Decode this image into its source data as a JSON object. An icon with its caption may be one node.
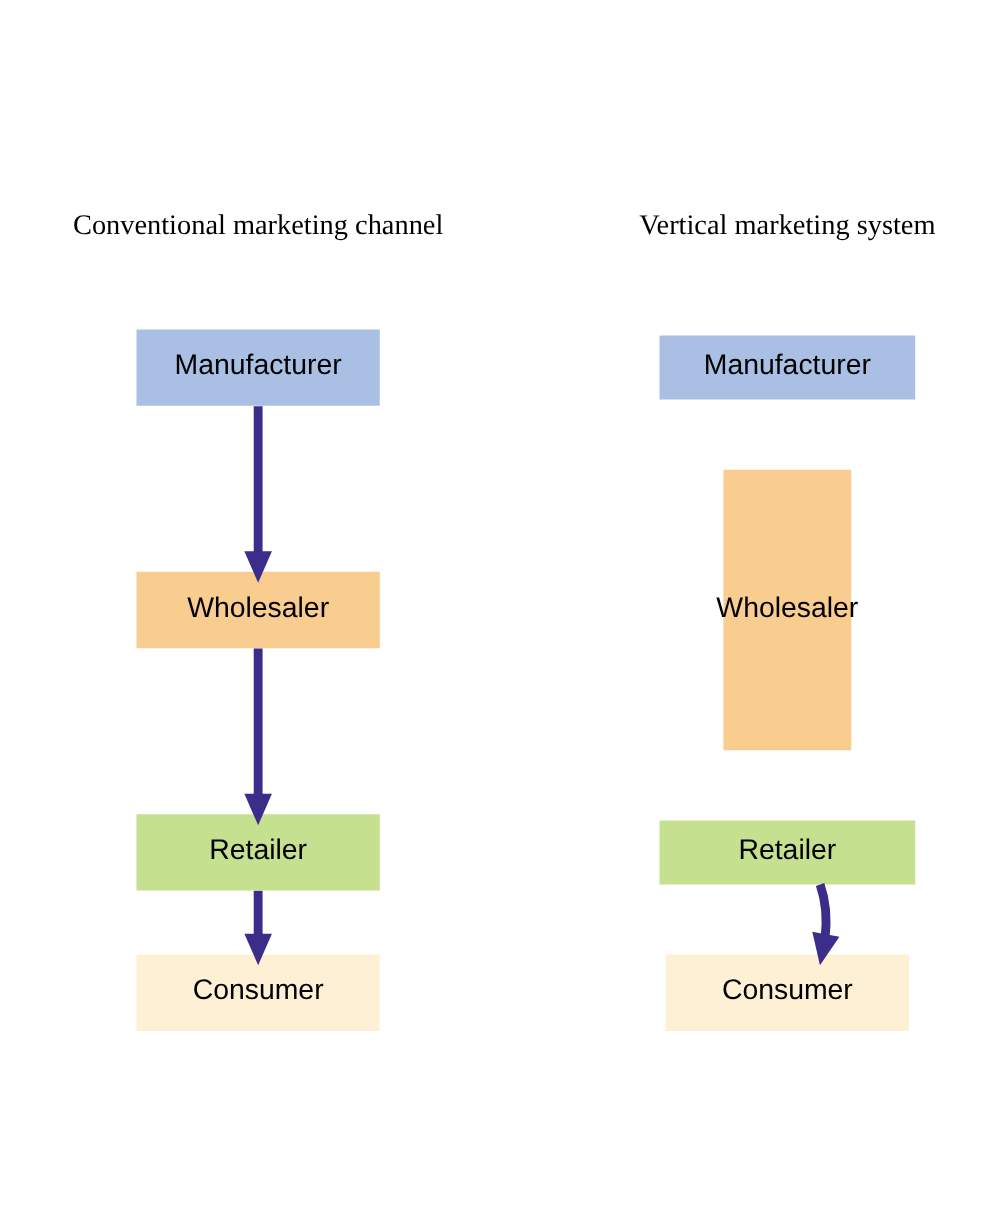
{
  "diagram": {
    "nodes": [
      {
        "text": [
          "Manufacturer"
        ]
      },
      {
        "text": [
          "Wholesaler"
        ]
      },
      {
        "text": [
          "Retailer"
        ]
      },
      {
        "text": [
          "Consumer"
        ]
      },
      {
        "text": [
          "Manufacturer"
        ]
      },
      {
        "text": [
          "Wholesaler"
        ]
      },
      {
        "text": [
          "Retailer"
        ]
      },
      {
        "text": [
          "Consumer"
        ]
      }
    ],
    "edges": [
      {
        "from": 0,
        "to": 1,
        "arrow": "to"
      },
      {
        "from": 1,
        "to": 2,
        "arrow": "to"
      },
      {
        "from": 2,
        "to": 3,
        "arrow": "to"
      },
      {
        "from": 6,
        "to": 7,
        "arrow": "to"
      }
    ],
    "labels": [
      "Conventional marketing channel",
      "Vertical marketing system"
    ]
  }
}
